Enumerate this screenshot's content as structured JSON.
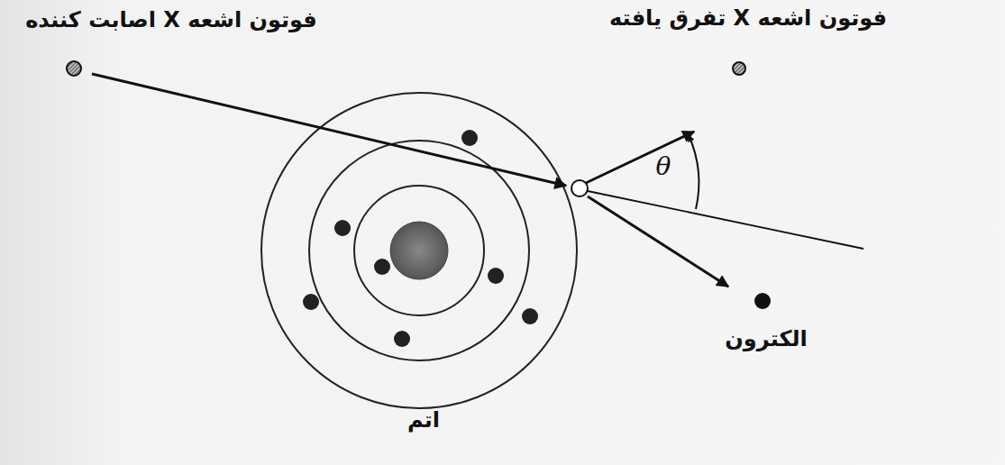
{
  "diagram": {
    "labels": [
      "فوتون اشعه X اصابت کننده",
      "فوتون اشعه X تفرق یافته",
      "θ",
      "الکترون",
      "اتم"
    ]
  }
}
